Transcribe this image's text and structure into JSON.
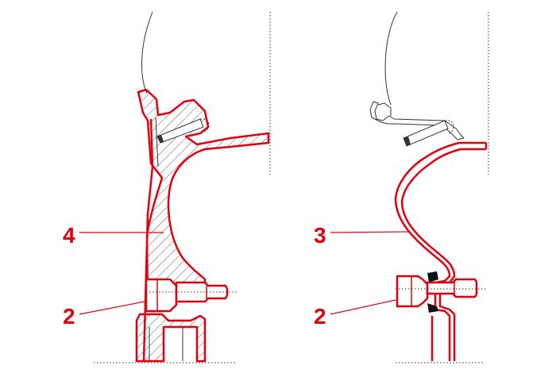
{
  "diagram": {
    "left_view": {
      "callout_rim": "4",
      "callout_bolt": "2"
    },
    "right_view": {
      "callout_rim": "3",
      "callout_bolt": "2"
    }
  },
  "colors": {
    "highlight": "#e3000f",
    "outline": "#333333"
  }
}
